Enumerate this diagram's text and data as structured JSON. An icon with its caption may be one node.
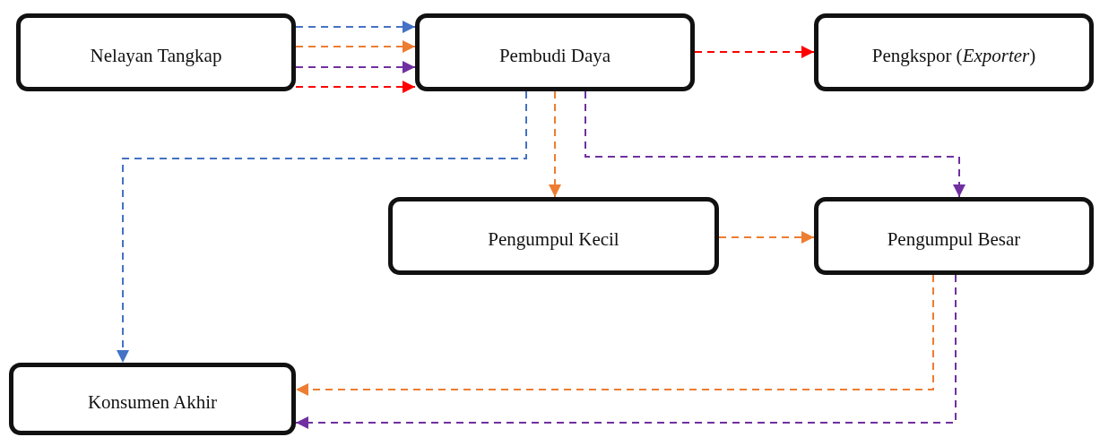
{
  "diagram": {
    "nodes": [
      {
        "text": [
          "Nelayan Tangkap"
        ]
      },
      {
        "text": [
          "Pembudi Daya"
        ]
      },
      {
        "text": [
          "Pengkspor (*Exporter*)"
        ]
      },
      {
        "text": [
          "Pengumpul Kecil"
        ]
      },
      {
        "text": [
          "Pengumpul Besar"
        ]
      },
      {
        "text": [
          "Konsumen Akhir"
        ]
      }
    ],
    "edges": [
      {
        "from": 0,
        "to": 1,
        "arrow": "to",
        "style": "dashed",
        "color": "#4472c4"
      },
      {
        "from": 0,
        "to": 1,
        "arrow": "to",
        "style": "dashed",
        "color": "#ed7d31"
      },
      {
        "from": 0,
        "to": 1,
        "arrow": "to",
        "style": "dashed",
        "color": "#7030a0"
      },
      {
        "from": 0,
        "to": 1,
        "arrow": "to",
        "style": "dashed",
        "color": "#ff0000"
      },
      {
        "from": 1,
        "to": 2,
        "arrow": "to",
        "style": "dashed",
        "color": "#ff0000"
      },
      {
        "from": 1,
        "to": 5,
        "arrow": "to",
        "style": "dashed",
        "color": "#4472c4"
      },
      {
        "from": 1,
        "to": 3,
        "arrow": "to",
        "style": "dashed",
        "color": "#ed7d31"
      },
      {
        "from": 1,
        "to": 4,
        "arrow": "to",
        "style": "dashed",
        "color": "#7030a0"
      },
      {
        "from": 3,
        "to": 4,
        "arrow": "to",
        "style": "dashed",
        "color": "#ed7d31"
      },
      {
        "from": 4,
        "to": 5,
        "arrow": "to",
        "style": "dashed",
        "color": "#ed7d31"
      },
      {
        "from": 4,
        "to": 5,
        "arrow": "to",
        "style": "dashed",
        "color": "#7030a0"
      }
    ]
  }
}
